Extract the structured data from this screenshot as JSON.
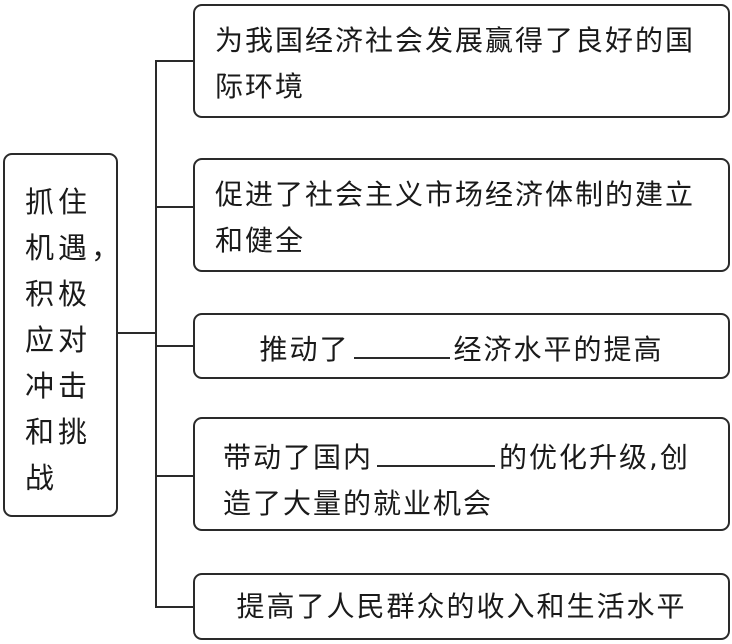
{
  "diagram": {
    "type": "tree",
    "root": {
      "lines": [
        "抓住",
        "机遇，",
        "积极",
        "应对",
        "冲击",
        "和挑",
        "战"
      ],
      "text": "抓住机遇，积极应对冲击和挑战"
    },
    "branches": [
      {
        "lines": [
          "为我国经济社会发展赢得了良好的国",
          "际环境"
        ],
        "text": "为我国经济社会发展赢得了良好的国际环境"
      },
      {
        "lines": [
          "促进了社会主义市场经济体制的建立",
          "和健全"
        ],
        "text": "促进了社会主义市场经济体制的建立和健全"
      },
      {
        "before_blank": "推动了",
        "blank": "",
        "after_blank": "经济水平的提高",
        "text": "推动了____经济水平的提高"
      },
      {
        "before_blank": "带动了国内",
        "blank": "",
        "after_blank": "的优化升级,创",
        "line2": "造了大量的就业机会",
        "text": "带动了国内____的优化升级,创造了大量的就业机会"
      },
      {
        "lines": [
          "提高了人民群众的收入和生活水平"
        ],
        "text": "提高了人民群众的收入和生活水平"
      }
    ]
  }
}
